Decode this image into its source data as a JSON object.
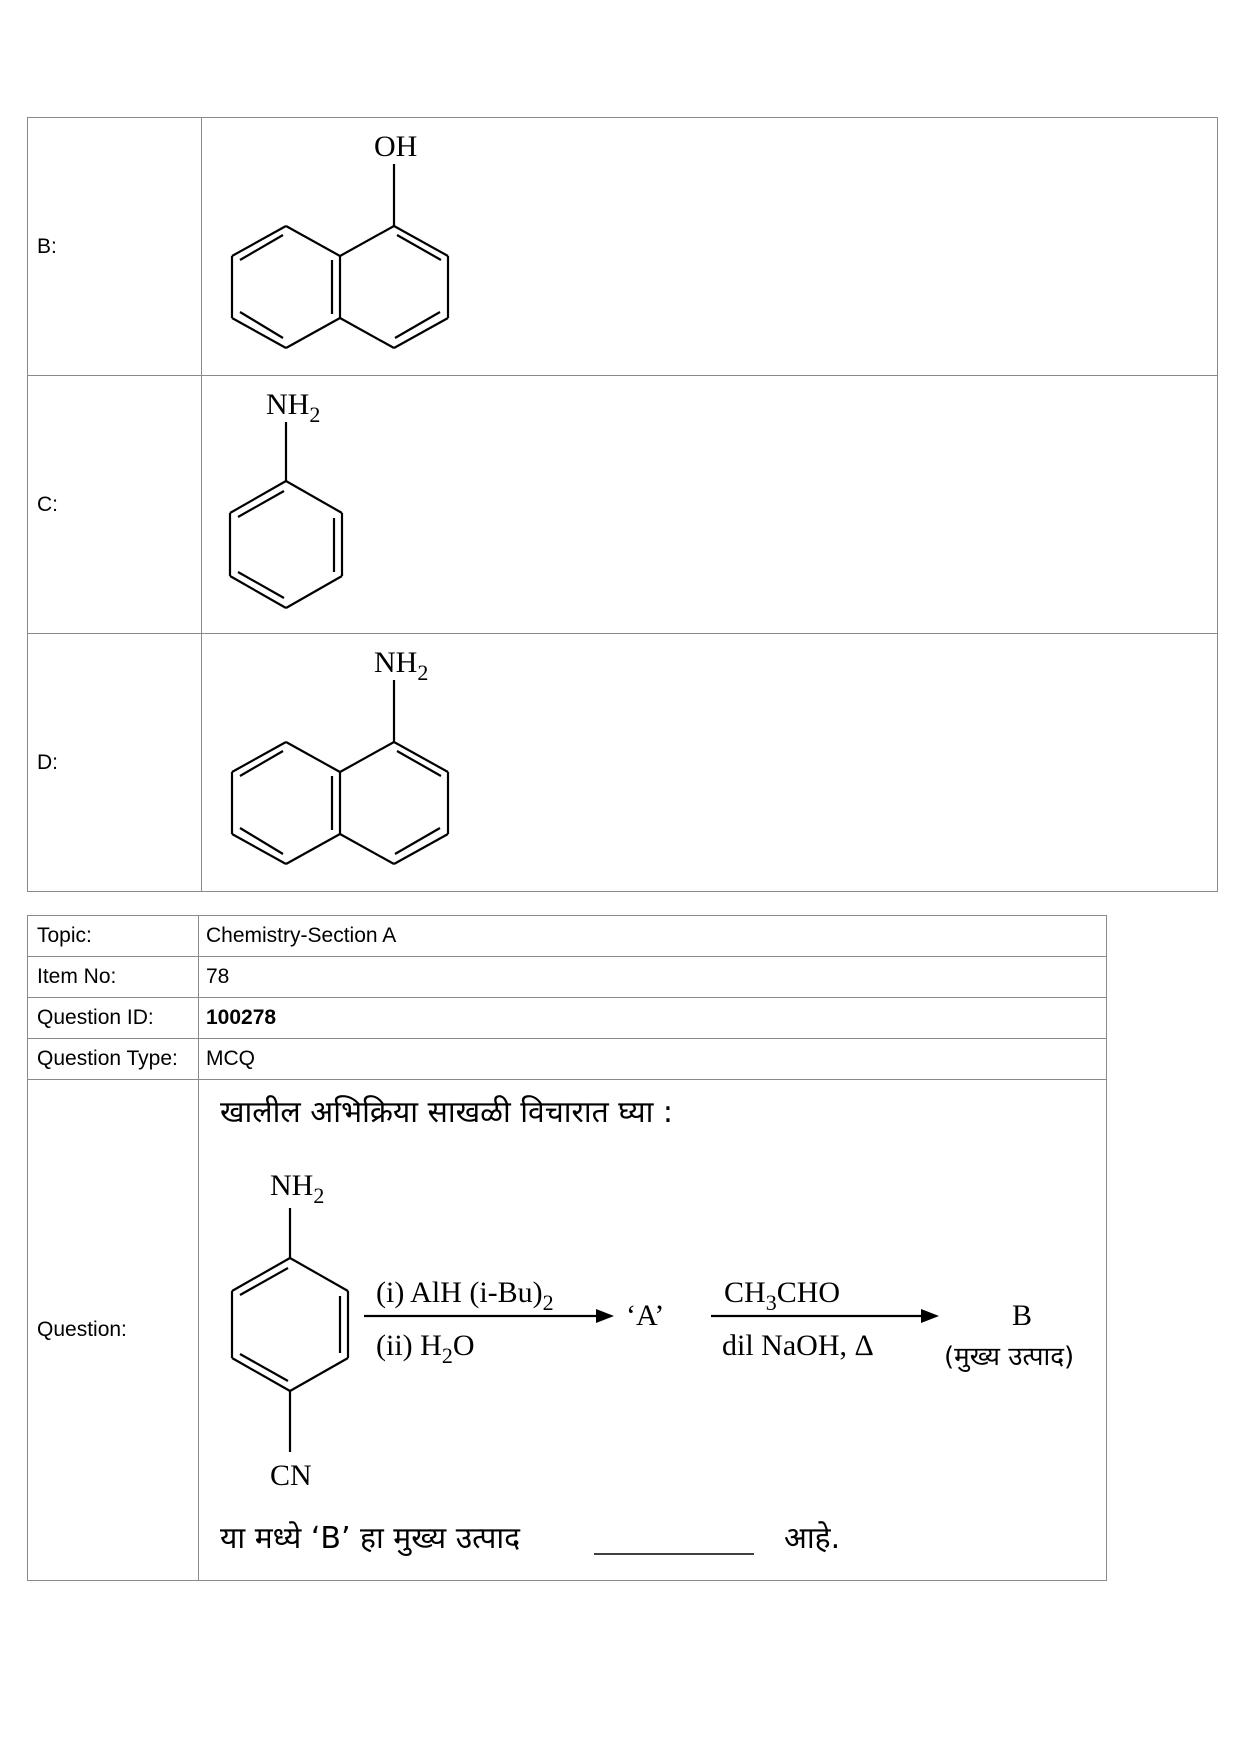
{
  "options": [
    {
      "label": "B:",
      "substituent": "OH",
      "ring": "naphthalene"
    },
    {
      "label": "C:",
      "substituent": "NH2",
      "ring": "benzene"
    },
    {
      "label": "D:",
      "substituent": "NH2",
      "ring": "naphthalene"
    }
  ],
  "info": {
    "topic_key": "Topic:",
    "topic_value": "Chemistry-Section A",
    "item_key": "Item No:",
    "item_value": "78",
    "qid_key": "Question ID:",
    "qid_value": "100278",
    "qtype_key": "Question Type:",
    "qtype_value": "MCQ",
    "question_key": "Question:"
  },
  "question": {
    "intro": "खालील अभिक्रिया साखळी विचारात घ्या :",
    "reactant_top": "NH2",
    "reactant_bottom": "CN",
    "step1_top": "(i)  AlH (i-Bu)2",
    "step1_bottom": "(ii)  H2O",
    "intermediate": "‘A’",
    "step2_top": "CH3CHO",
    "step2_bottom": "dil NaOH, Δ",
    "product": "B",
    "product_note": "(मुख्य उत्पाद)",
    "ending_pre": "या मध्ये ‘B’ हा मुख्य उत्पाद",
    "ending_post": "आहे."
  }
}
